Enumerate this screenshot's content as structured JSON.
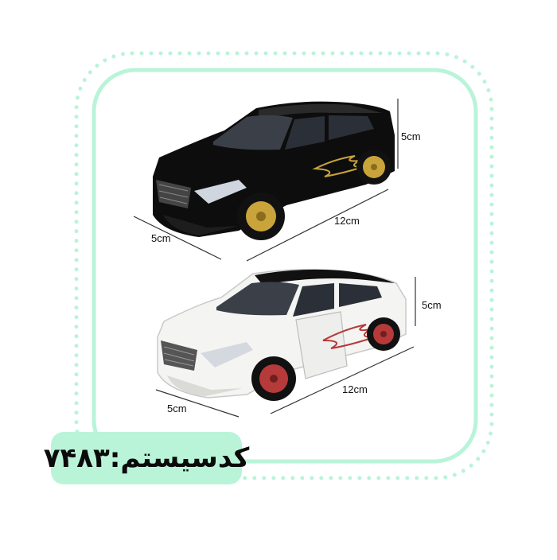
{
  "colors": {
    "frame": "#b9f4d9",
    "car_top": "#0d0d0d",
    "car_bottom": "#f4f4f2",
    "wheel_top": "#c9a43a",
    "wheel_bottom": "#b63a3a"
  },
  "top_car": {
    "height_label": "5cm",
    "length_label": "12cm",
    "width_label": "5cm"
  },
  "bottom_car": {
    "height_label": "5cm",
    "length_label": "12cm",
    "width_label": "5cm"
  },
  "product_code": {
    "label": "کدسیستم:۷۴۸۳"
  }
}
